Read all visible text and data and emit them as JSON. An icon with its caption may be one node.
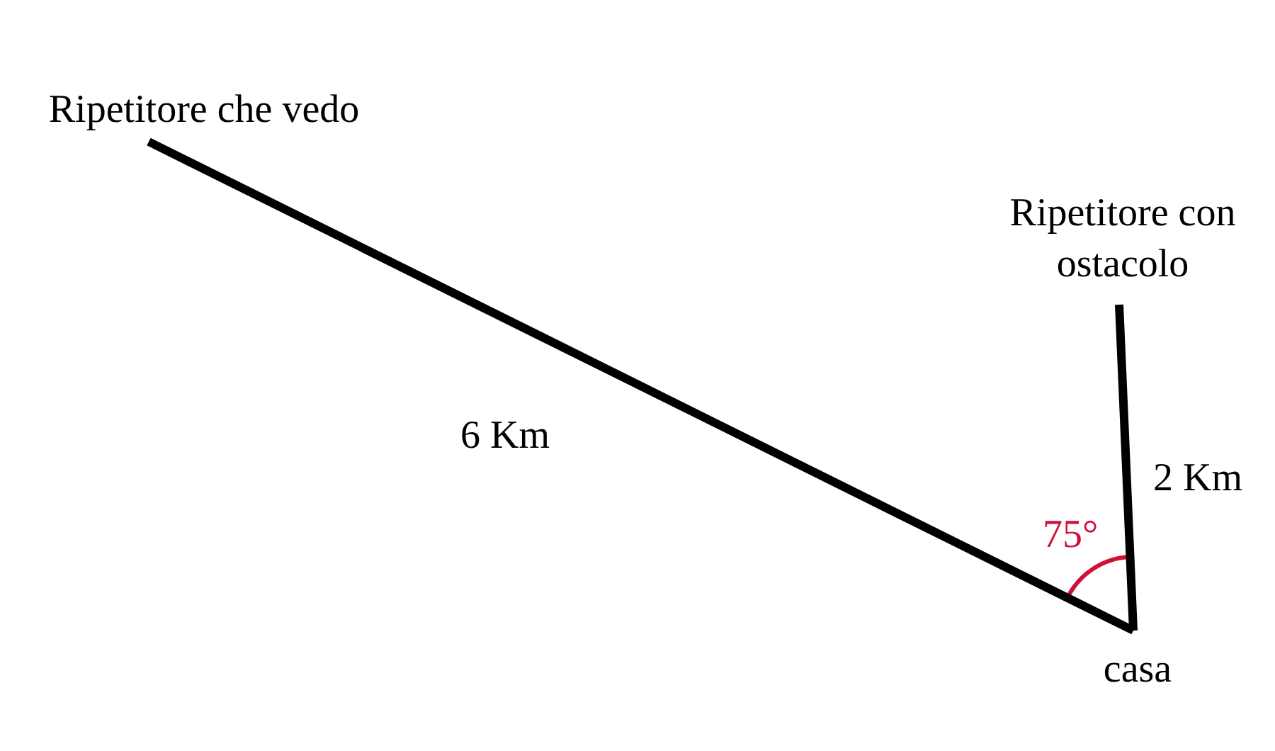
{
  "diagram": {
    "nodes": [
      {
        "text": [
          "Ripetitore che vedo"
        ]
      },
      {
        "text": [
          "Ripetitore con ostacolo"
        ]
      },
      {
        "text": [
          "casa"
        ]
      }
    ],
    "edges": [
      {
        "from": 0,
        "to": 2,
        "arrow": "none",
        "label": "6 Km"
      },
      {
        "from": 1,
        "to": 2,
        "arrow": "none",
        "label": "2 Km"
      }
    ],
    "labels": [
      "75°"
    ]
  }
}
